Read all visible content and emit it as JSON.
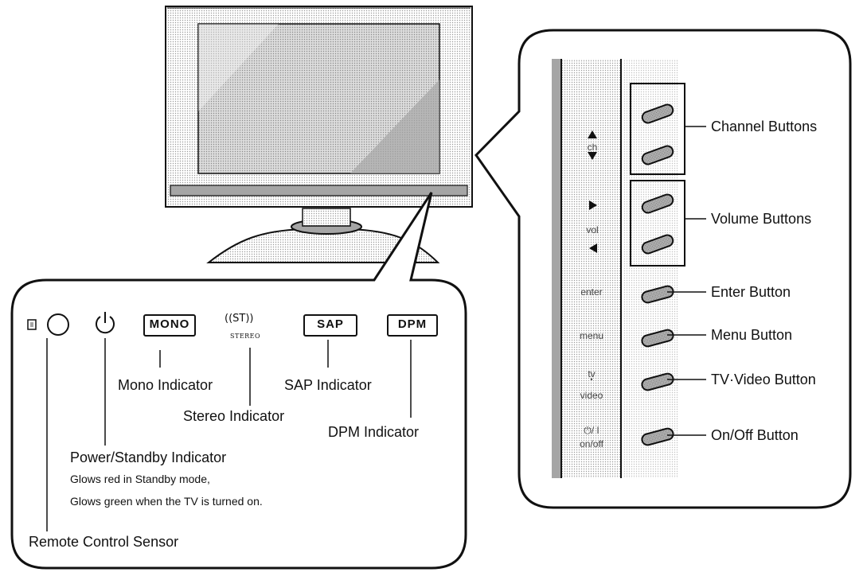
{
  "panel": {
    "ch_label": "ch",
    "vol_label": "vol",
    "enter_label": "enter",
    "menu_label": "menu",
    "tv_label": "tv",
    "video_label": "video",
    "onoff_symbol": "⏻/ I",
    "onoff_label": "on/off"
  },
  "callouts": {
    "channel_buttons": "Channel Buttons",
    "volume_buttons": "Volume Buttons",
    "enter_button": "Enter Button",
    "menu_button": "Menu Button",
    "tv_video_button": "TV·Video Button",
    "onoff_button": "On/Off Button"
  },
  "indicators": {
    "mono_text": "MONO",
    "stereo_top": "((ST))",
    "stereo_bottom": "STEREO",
    "sap_text": "SAP",
    "dpm_text": "DPM"
  },
  "labels": {
    "mono_indicator": "Mono Indicator",
    "stereo_indicator": "Stereo Indicator",
    "sap_indicator": "SAP Indicator",
    "dpm_indicator": "DPM Indicator",
    "power_standby": "Power/Standby Indicator",
    "power_note_1": "Glows red in Standby mode,",
    "power_note_2": "Glows green when the TV is turned on.",
    "remote_sensor": "Remote Control Sensor"
  }
}
